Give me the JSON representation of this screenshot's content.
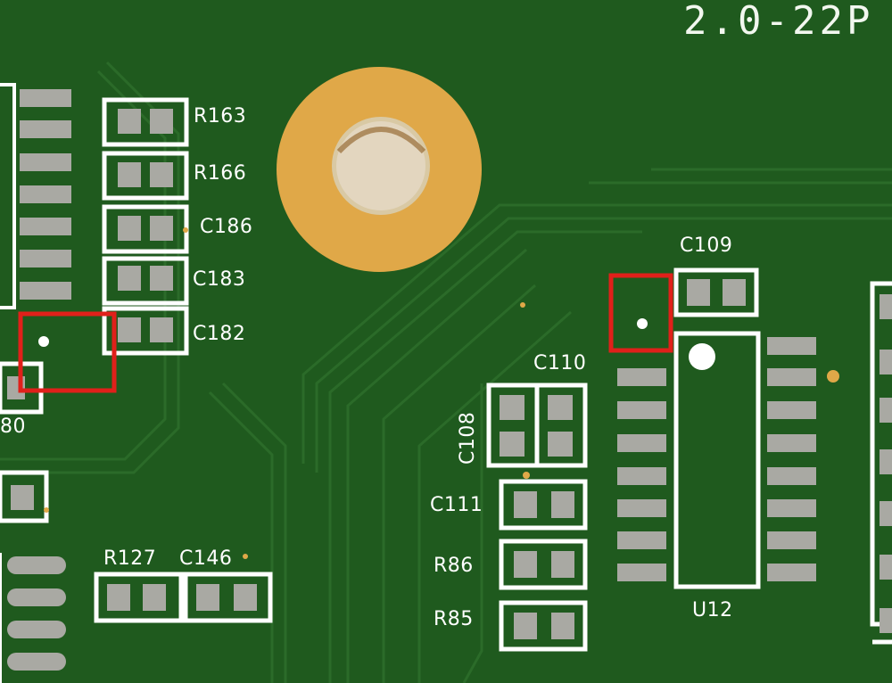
{
  "board": {
    "version_text": "2.0-22P",
    "colors": {
      "board": "#1f5a1e",
      "trace": "#2a6a28",
      "pad": "#a9a9a3",
      "silk": "#ffffff",
      "gold": "#e0a848",
      "marker": "#e0201a"
    },
    "labels": {
      "r163": "R163",
      "r166": "R166",
      "c186": "C186",
      "c183": "C183",
      "c182": "C182",
      "c109": "C109",
      "c110": "C110",
      "c108": "C108",
      "c111": "C111",
      "r86": "R86",
      "r85": "R85",
      "r127": "R127",
      "c146": "C146",
      "u12": "U12",
      "partial_80": "80"
    },
    "markers": [
      "inspection-box-left",
      "inspection-box-right"
    ]
  }
}
